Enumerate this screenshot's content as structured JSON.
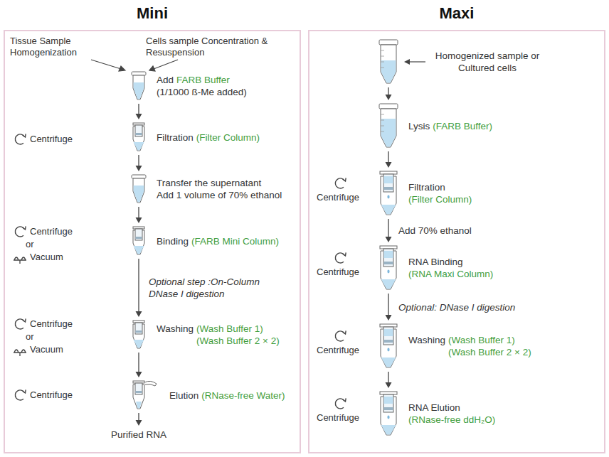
{
  "diagram": {
    "nodes": [
      {
        "text": [
          "Mini"
        ]
      },
      {
        "text": [
          "Add",
          "FARB Buffer",
          "(1/1000 ß-Me added)"
        ],
        "in": 0
      },
      {
        "text": [
          "Filtration",
          "(Filter Column)"
        ],
        "in": 0
      },
      {
        "text": [
          "Transfer the supernatant",
          "Add 1 volume of 70% ethanol"
        ],
        "in": 0
      },
      {
        "text": [
          "Binding",
          "(FARB Mini Column)"
        ],
        "in": 0
      },
      {
        "text": [
          "Washing",
          "(Wash Buffer 1)",
          "(Wash Buffer 2 × 2)"
        ],
        "in": 0
      },
      {
        "text": [
          "Elution",
          "(RNase-free Water)"
        ],
        "in": 0
      },
      {
        "text": [
          "Purified RNA"
        ],
        "in": 0
      },
      {
        "text": [
          "Maxi"
        ]
      },
      {
        "text": [
          "Homogenized sample or Cultured cells"
        ],
        "in": 8
      },
      {
        "text": [
          "Lysis",
          "(FARB Buffer)"
        ],
        "in": 8
      },
      {
        "text": [
          "Filtration",
          "(Filter Column)"
        ],
        "in": 8
      },
      {
        "text": [
          "RNA Binding",
          "(RNA Maxi Column)"
        ],
        "in": 8
      },
      {
        "text": [
          "Washing",
          "(Wash Buffer 1)",
          "(Wash Buffer 2 × 2)"
        ],
        "in": 8
      },
      {
        "text": [
          "RNA Elution",
          "(RNase-free ddH₂O)"
        ],
        "in": 8
      }
    ],
    "edges": [
      {
        "from": 1,
        "to": 2,
        "arrow": "to"
      },
      {
        "from": 2,
        "to": 3,
        "arrow": "to"
      },
      {
        "from": 3,
        "to": 4,
        "arrow": "to"
      },
      {
        "from": 4,
        "to": 5,
        "label": "Optional step :On-Column DNase I digestion",
        "arrow": "to"
      },
      {
        "from": 5,
        "to": 6,
        "arrow": "to"
      },
      {
        "from": 6,
        "to": 7,
        "arrow": "to"
      },
      {
        "from": 9,
        "to": 10,
        "arrow": "to"
      },
      {
        "from": 10,
        "to": 11,
        "arrow": "to"
      },
      {
        "from": 11,
        "to": 12,
        "label": "Add 70% ethanol",
        "arrow": "to"
      },
      {
        "from": 12,
        "to": 13,
        "label": "Optional: DNase I digestion",
        "arrow": "to"
      },
      {
        "from": 13,
        "to": 14,
        "arrow": "to"
      }
    ],
    "labels": [
      "Tissue Sample Homogenization",
      "Cells sample Concentration & Resuspension",
      "Centrifuge",
      "Centrifuge",
      "or",
      "Vacuum",
      "Centrifuge",
      "or",
      "Vacuum",
      "Centrifuge",
      "Centrifuge",
      "Centrifuge",
      "Centrifuge",
      "Centrifuge"
    ]
  }
}
